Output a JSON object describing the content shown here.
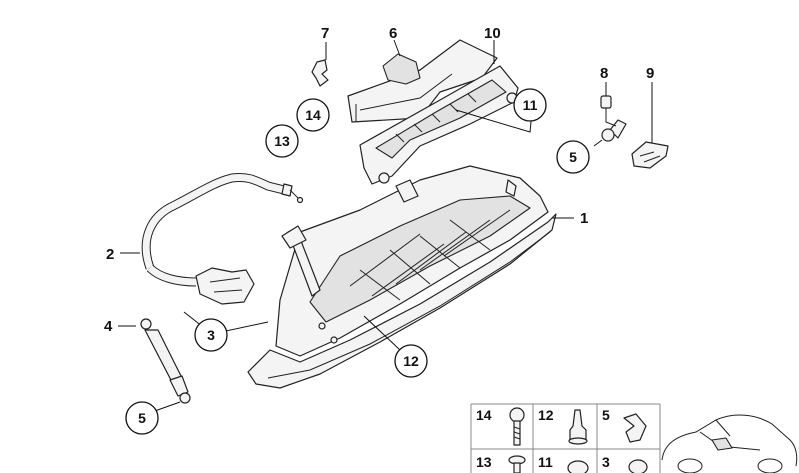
{
  "labels": {
    "l1": "1",
    "l2": "2",
    "l3": "3",
    "l4": "4",
    "l5a": "5",
    "l5b": "5",
    "l6": "6",
    "l7": "7",
    "l8": "8",
    "l9": "9",
    "l10": "10",
    "l11": "11",
    "l12": "12",
    "l13": "13",
    "l14": "14"
  },
  "legend": {
    "c1": [
      "14",
      "12",
      "5"
    ],
    "c2": [
      "13",
      "11",
      "3"
    ]
  }
}
